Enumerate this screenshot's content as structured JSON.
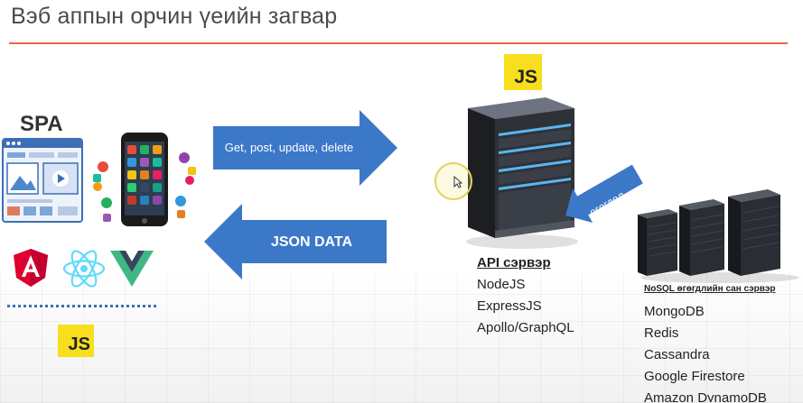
{
  "title": "Вэб аппын орчин үеийн загвар",
  "client": {
    "label": "SPA",
    "js_badge": "JS",
    "framework_icons": [
      "angular-icon",
      "react-icon",
      "vue-icon"
    ]
  },
  "request_arrow": {
    "label": "Get, post, update, delete"
  },
  "response_arrow": {
    "label": "JSON DATA"
  },
  "server": {
    "js_badge": "JS",
    "heading": "API сэрвэр",
    "items": [
      "NodeJS",
      "ExpressJS",
      "Apollo/GraphQL"
    ]
  },
  "data_arrow": {
    "label": "өгөгдөл"
  },
  "database": {
    "heading": "NoSQL өгөгдлийн  сан сэрвэр",
    "items": [
      "MongoDB",
      "Redis",
      "Cassandra",
      "Google Firestore",
      "Amazon DynamoDB"
    ]
  },
  "colors": {
    "arrow_blue": "#3c78c8",
    "accent_line": "#e46a45",
    "js_yellow": "#f7df1e",
    "server_dark": "#2a2d33",
    "server_light": "#5bb6f0"
  }
}
